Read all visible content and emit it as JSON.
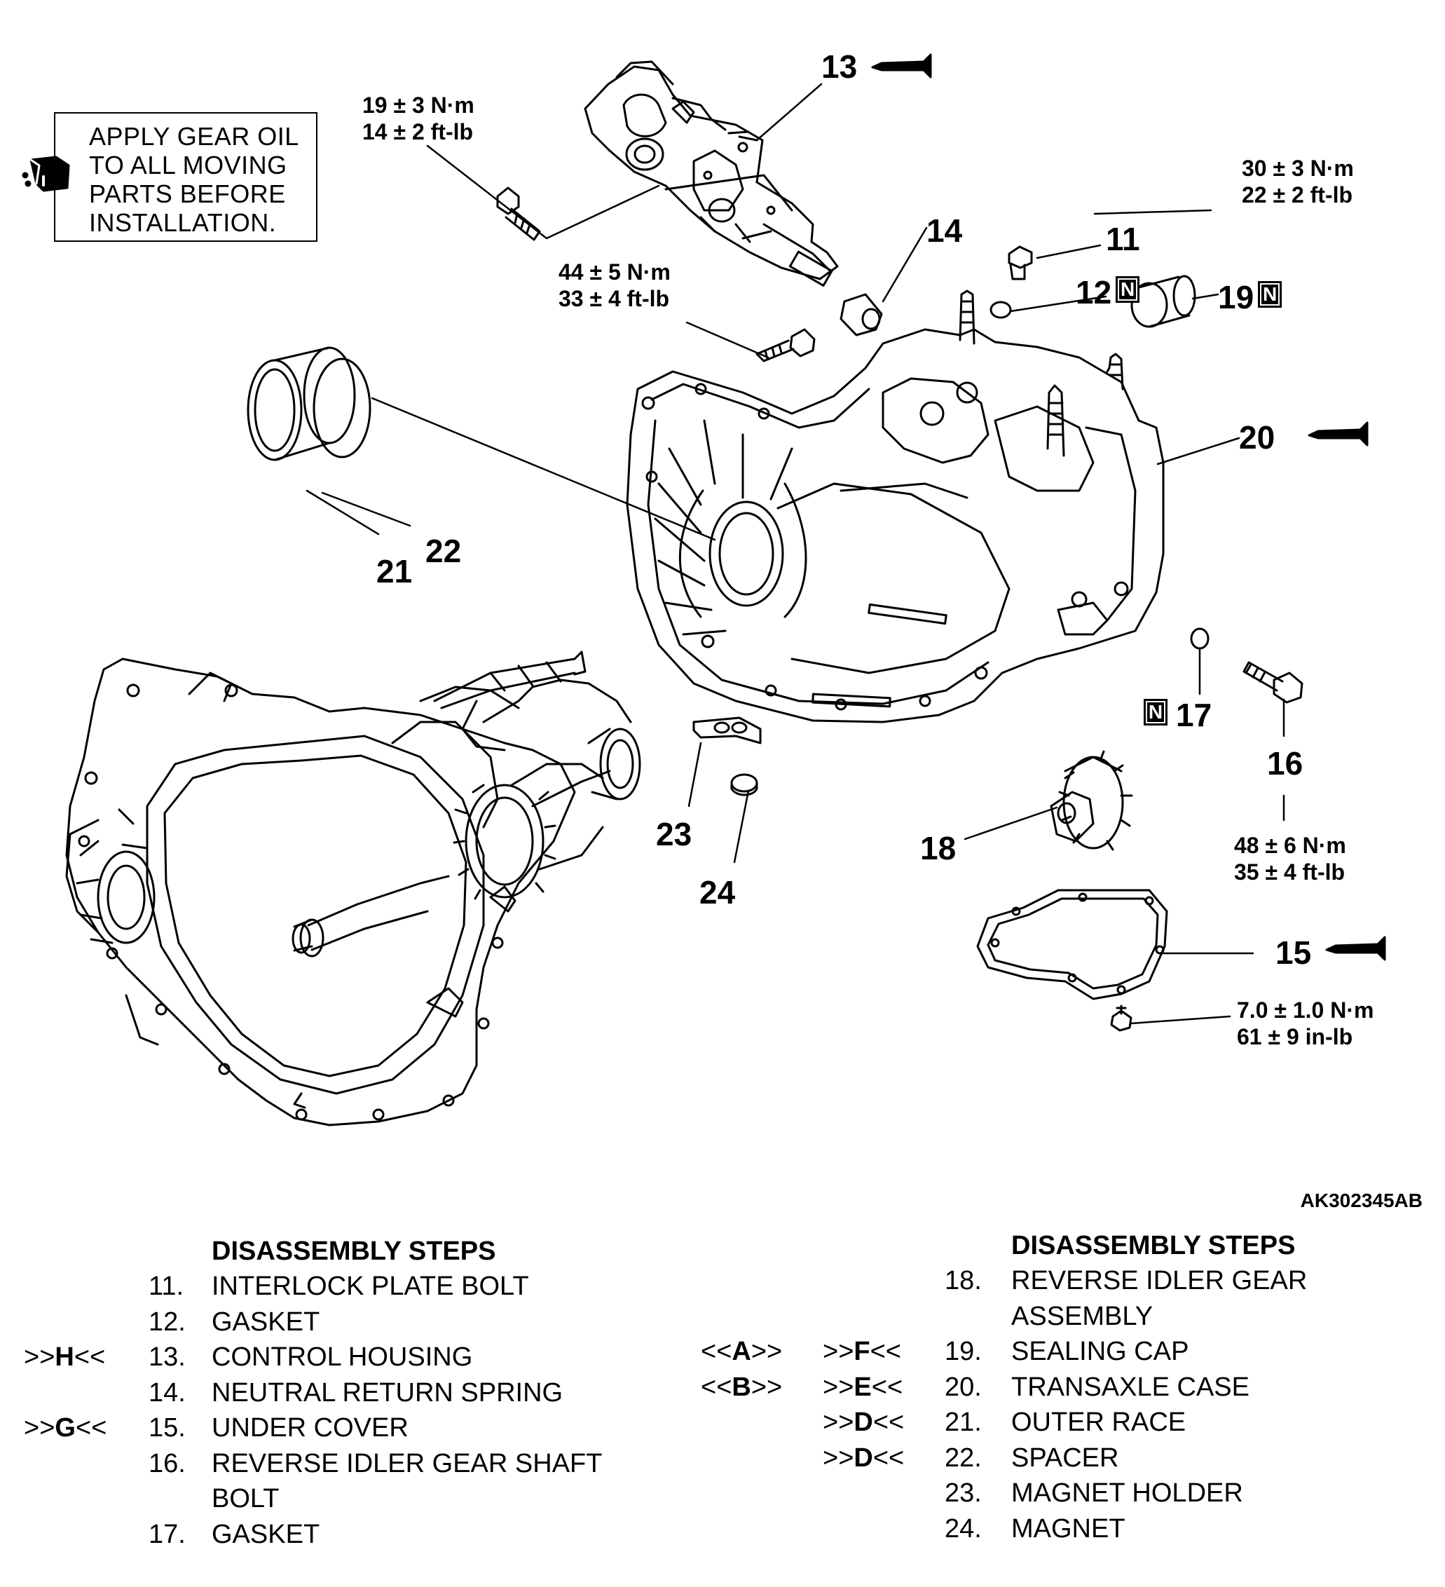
{
  "note": {
    "lines": [
      "APPLY GEAR OIL",
      "TO ALL MOVING",
      "PARTS BEFORE",
      "INSTALLATION."
    ],
    "icon": "oil-can-icon"
  },
  "callouts": {
    "c11": "11",
    "c12": "12",
    "c13": "13",
    "c14": "14",
    "c15": "15",
    "c16": "16",
    "c17": "17",
    "c18": "18",
    "c19": "19",
    "c20": "20",
    "c21": "21",
    "c22": "22",
    "c23": "23",
    "c24": "24",
    "n_mark": "N"
  },
  "torques": {
    "t13": [
      "19 ± 3 N·m",
      "14 ± 2 ft-lb"
    ],
    "t11": [
      "30 ± 3 N·m",
      "22 ± 2 ft-lb"
    ],
    "t14": [
      "44 ± 5 N·m",
      "33 ± 4 ft-lb"
    ],
    "t16": [
      "48 ± 6 N·m",
      "35 ± 4 ft-lb"
    ],
    "t15": [
      "7.0 ± 1.0 N·m",
      "61 ± 9 in-lb"
    ]
  },
  "figure_code": "AK302345AB",
  "steps_left": {
    "heading": "DISASSEMBLY STEPS",
    "rows": [
      {
        "m1": "",
        "num": "11.",
        "text": "INTERLOCK PLATE BOLT"
      },
      {
        "m1": "",
        "num": "12.",
        "text": "GASKET"
      },
      {
        "m1": ">>H<<",
        "num": "13.",
        "text": "CONTROL HOUSING"
      },
      {
        "m1": "",
        "num": "14.",
        "text": "NEUTRAL RETURN SPRING"
      },
      {
        "m1": ">>G<<",
        "num": "15.",
        "text": "UNDER COVER"
      },
      {
        "m1": "",
        "num": "16.",
        "text": "REVERSE IDLER GEAR SHAFT"
      },
      {
        "m1": "",
        "num": "",
        "text": "BOLT"
      },
      {
        "m1": "",
        "num": "17.",
        "text": "GASKET"
      }
    ]
  },
  "steps_right": {
    "heading": "DISASSEMBLY STEPS",
    "rows": [
      {
        "m1": "",
        "m2": "",
        "num": "18.",
        "text": "REVERSE IDLER GEAR"
      },
      {
        "m1": "",
        "m2": "",
        "num": "",
        "text": "ASSEMBLY"
      },
      {
        "m1": "<<A>>",
        "m2": ">>F<<",
        "num": "19.",
        "text": "SEALING CAP"
      },
      {
        "m1": "<<B>>",
        "m2": ">>E<<",
        "num": "20.",
        "text": "TRANSAXLE CASE"
      },
      {
        "m1": "",
        "m2": ">>D<<",
        "num": "21.",
        "text": "OUTER RACE"
      },
      {
        "m1": "",
        "m2": ">>D<<",
        "num": "22.",
        "text": "SPACER"
      },
      {
        "m1": "",
        "m2": "",
        "num": "23.",
        "text": "MAGNET HOLDER"
      },
      {
        "m1": "",
        "m2": "",
        "num": "24.",
        "text": "MAGNET"
      }
    ]
  }
}
